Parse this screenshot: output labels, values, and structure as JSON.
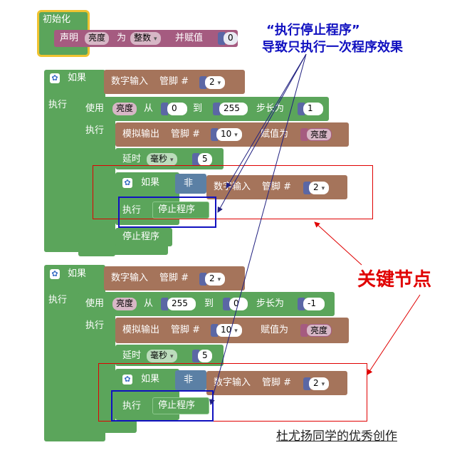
{
  "init": {
    "label": "初始化",
    "declare": "声明",
    "var_name": "亮度",
    "as": "为",
    "type": "整数",
    "assign": "并赋值",
    "value": "0"
  },
  "if1": {
    "if_label": "如果",
    "digital_in": "数字输入",
    "pin_label": "管脚 #",
    "pin": "2",
    "do_label": "执行",
    "for_use": "使用",
    "for_var": "亮度",
    "from": "从",
    "start": "0",
    "to": "到",
    "end": "255",
    "step_label": "步长为",
    "step": "1",
    "inner_do": "执行",
    "analog_out": "模拟输出",
    "analog_pin": "10",
    "assign_value": "赋值为",
    "analog_var": "亮度",
    "delay": "延时",
    "unit": "毫秒",
    "delay_value": "5",
    "not_label": "非",
    "stop": "停止程序",
    "stop_outer": "停止程序"
  },
  "if2": {
    "if_label": "如果",
    "digital_in": "数字输入",
    "pin_label": "管脚 #",
    "pin": "2",
    "do_label": "执行",
    "for_use": "使用",
    "for_var": "亮度",
    "from": "从",
    "start": "255",
    "to": "到",
    "end": "0",
    "step_label": "步长为",
    "step": "-1",
    "inner_do": "执行",
    "analog_out": "模拟输出",
    "analog_pin": "10",
    "assign_value": "赋值为",
    "analog_var": "亮度",
    "delay": "延时",
    "unit": "毫秒",
    "delay_value": "5",
    "not_label": "非",
    "stop": "停止程序"
  },
  "annotations": {
    "note_line1": "“执行停止程序”",
    "note_line2": "导致只执行一次程序效果",
    "key_node": "关键节点",
    "credit": "杜尤扬同学的优秀创作"
  },
  "colors": {
    "logic_green": "#5ba55b",
    "io_brown": "#a5745b",
    "var_purple": "#a55b80",
    "init_orange": "#f0c330",
    "annot_red": "#e00000",
    "annot_blue": "#1010c0",
    "arrow_navy": "#202080"
  }
}
